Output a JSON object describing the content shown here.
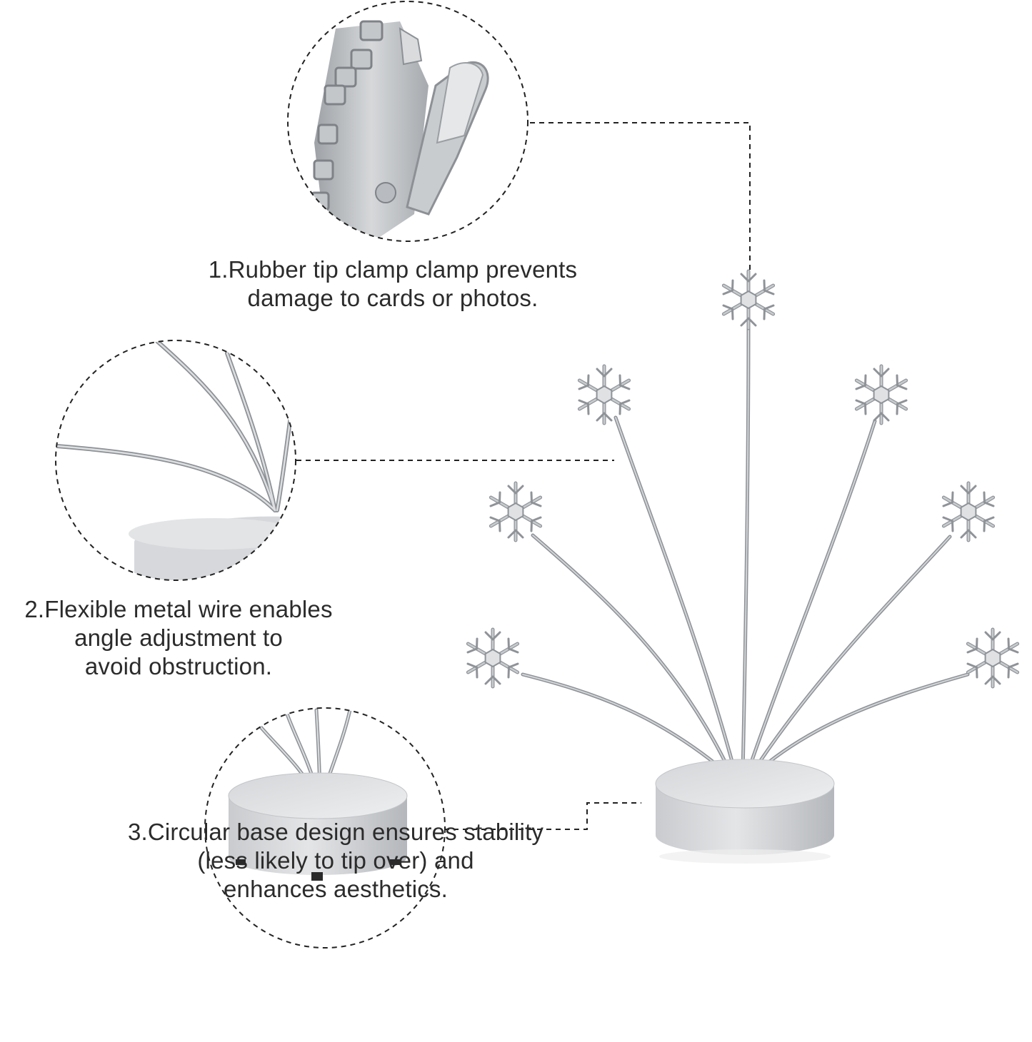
{
  "captions": [
    {
      "lines": [
        "1.Rubber tip clamp clamp prevents",
        "damage to cards or photos."
      ]
    },
    {
      "lines": [
        "2.Flexible metal wire enables",
        "angle adjustment to",
        "avoid obstruction."
      ]
    },
    {
      "lines": [
        "3.Circular base design ensures stability",
        "(less likely to tip over) and",
        "enhances aesthetics."
      ]
    }
  ],
  "colors": {
    "background": "#ffffff",
    "text": "#2b2b2b",
    "metal": "#b9bcc0",
    "metal_dark": "#8d9196",
    "dash": "#222222"
  },
  "icons": [
    "snowflake-icon",
    "clamp-detail",
    "wire-detail",
    "base-detail"
  ]
}
